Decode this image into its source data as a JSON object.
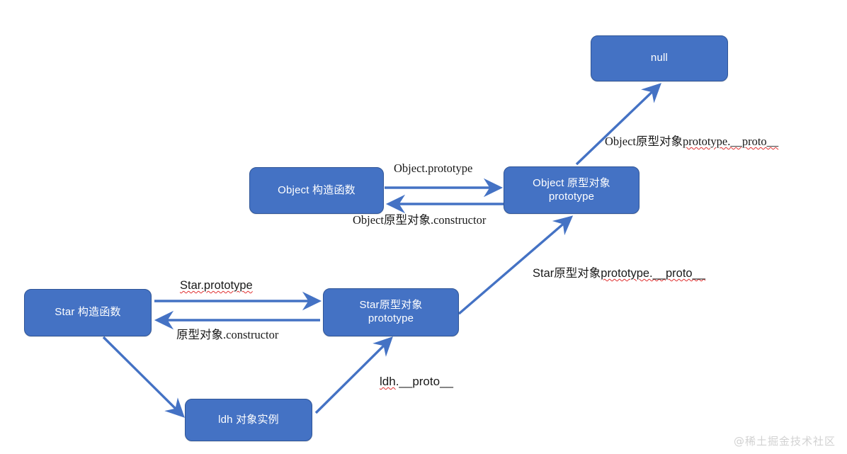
{
  "diagram": {
    "title": "JavaScript prototype chain diagram",
    "colors": {
      "node_fill": "#4472C4",
      "node_border": "#2F5597",
      "node_text": "#FFFFFF",
      "arrow": "#4472C4",
      "label_text": "#1A1A1A",
      "spellcheck_underline": "#E03030",
      "background": "#FFFFFF",
      "watermark": "#D2D2D2"
    },
    "nodes": [
      {
        "id": "null",
        "label": "null"
      },
      {
        "id": "object-ctor",
        "label": "Object 构造函数"
      },
      {
        "id": "object-proto",
        "label": "Object 原型对象\nprototype"
      },
      {
        "id": "star-ctor",
        "label": "Star 构造函数"
      },
      {
        "id": "star-proto",
        "label": "Star原型对象\nprototype"
      },
      {
        "id": "ldh-instance",
        "label": "ldh 对象实例"
      }
    ],
    "edge_labels": [
      {
        "id": "object-prototype",
        "text": "Object.prototype"
      },
      {
        "id": "object-proto-constructor",
        "text": "Object原型对象.constructor"
      },
      {
        "id": "object-proto-dunder",
        "text_plain": "Object原型对象",
        "text_flagged": "prototype.__proto__"
      },
      {
        "id": "star-prototype",
        "text_flagged": "Star.prototype"
      },
      {
        "id": "star-proto-constructor",
        "text": "原型对象.constructor"
      },
      {
        "id": "star-proto-dunder",
        "text_plain": "Star原型对象",
        "text_flagged": "prototype.__proto__"
      },
      {
        "id": "ldh-dunder",
        "text_flagged": "ldh",
        "text_plain": ".__proto__"
      }
    ],
    "watermark": "@稀土掘金技术社区"
  }
}
